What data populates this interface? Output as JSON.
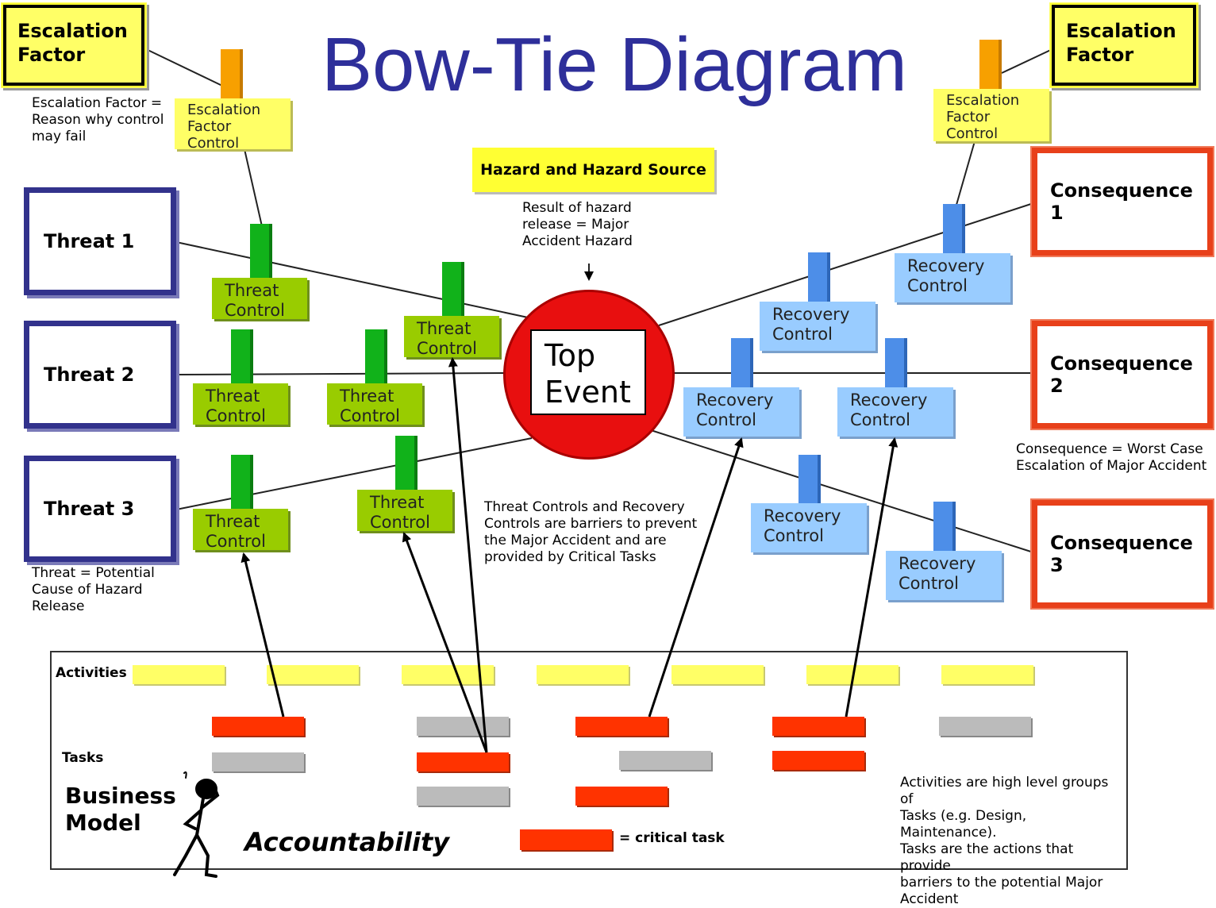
{
  "title": "Bow-Tie Diagram",
  "colors": {
    "title": "#2e2f9a",
    "threat_border": "#32328c",
    "consequence_border": "#e8401a",
    "threat_control": "#99cc00",
    "recovery_control": "#99ccff",
    "escalation": "#ffff66",
    "critical_task": "#ff3300",
    "task": "#bbbbbb",
    "top_event": "#e80f0f"
  },
  "escalation": {
    "left_box": "Escalation\nFactor",
    "right_box": "Escalation\nFactor",
    "left_control": "Escalation\nFactor\nControl",
    "right_control": "Escalation\nFactor\nControl",
    "definition": "Escalation Factor =\nReason why control\nmay fail"
  },
  "hazard": {
    "label": "Hazard and Hazard Source",
    "note": "Result of hazard\nrelease = Major\nAccident Hazard"
  },
  "threats": [
    "Threat 1",
    "Threat 2",
    "Threat 3"
  ],
  "threat_definition": "Threat = Potential\nCause of Hazard\nRelease",
  "threat_control_label": "Threat\nControl",
  "recovery_control_label": "Recovery\nControl",
  "top_event": "Top\nEvent",
  "consequences": [
    "Consequence 1",
    "Consequence 2",
    "Consequence 3"
  ],
  "consequence_definition": "Consequence = Worst Case\nEscalation of Major Accident",
  "controls_note": "Threat Controls and Recovery\nControls are barriers to prevent\nthe Major Accident and are\nprovided by Critical Tasks",
  "business_model": {
    "activities_label": "Activities",
    "tasks_label": "Tasks",
    "title": "Business\nModel",
    "accountability": "Accountability",
    "legend": "= critical task",
    "note": "Activities are high level groups of\nTasks (e.g. Design, Maintenance).\nTasks are the actions that provide\nbarriers to the potential Major\nAccident"
  }
}
